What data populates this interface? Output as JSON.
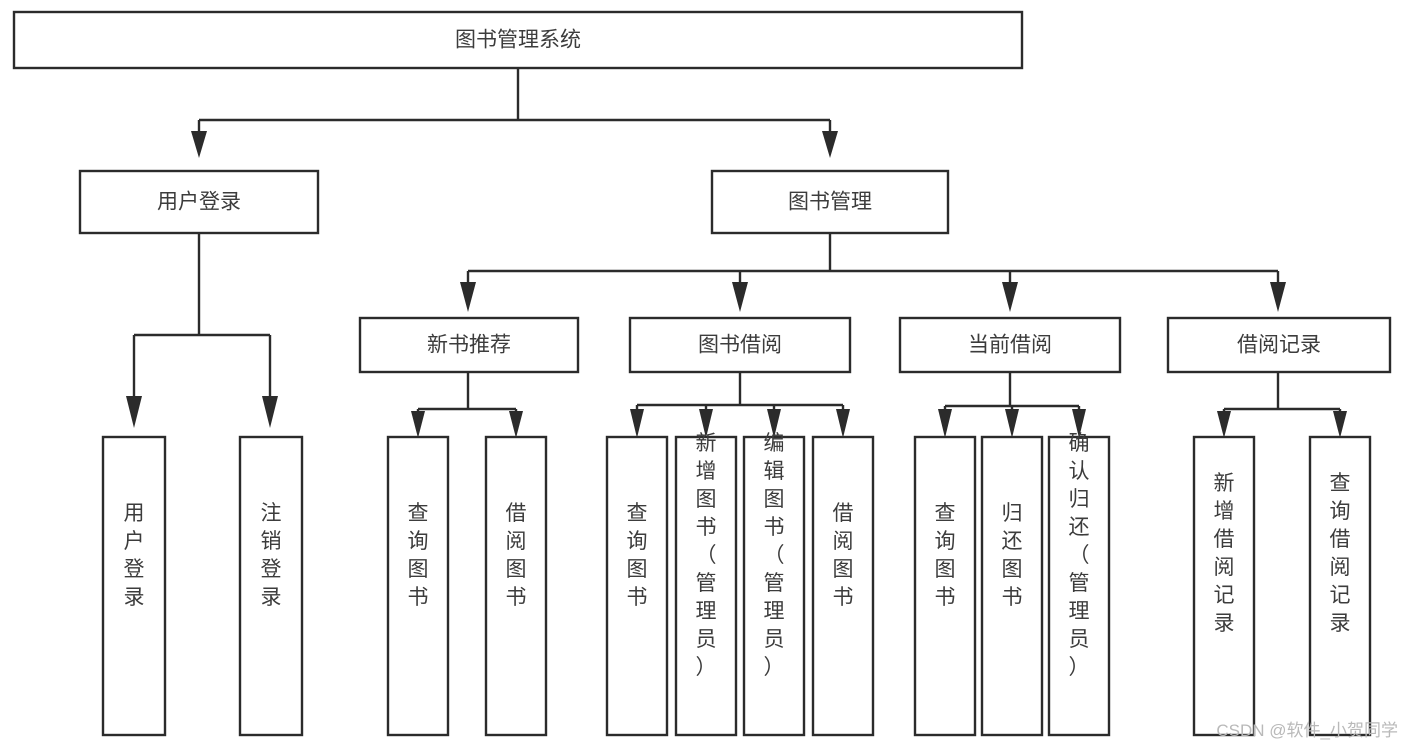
{
  "diagram": {
    "type": "tree",
    "title": "图书管理系统",
    "orientation": "top-down",
    "background_color": "#ffffff",
    "line_color": "#2b2b2b",
    "text_color": "#3c3c3c",
    "root": {
      "label": "图书管理系统",
      "level": 0,
      "text_direction": "horizontal"
    },
    "level1": [
      {
        "label": "用户登录",
        "text_direction": "horizontal"
      },
      {
        "label": "图书管理",
        "text_direction": "horizontal"
      }
    ],
    "level2": [
      {
        "label": "新书推荐",
        "text_direction": "horizontal"
      },
      {
        "label": "图书借阅",
        "text_direction": "horizontal"
      },
      {
        "label": "当前借阅",
        "text_direction": "horizontal"
      },
      {
        "label": "借阅记录",
        "text_direction": "horizontal"
      }
    ],
    "leaves": {
      "user_login": [
        {
          "label": "用户登录",
          "text_direction": "vertical"
        },
        {
          "label": "注销登录",
          "text_direction": "vertical"
        }
      ],
      "new_book_recommend": [
        {
          "label": "查询图书",
          "text_direction": "vertical"
        },
        {
          "label": "借阅图书",
          "text_direction": "vertical"
        }
      ],
      "book_borrow": [
        {
          "label": "查询图书",
          "text_direction": "vertical"
        },
        {
          "label": "新增图书（管理员）",
          "text_direction": "vertical"
        },
        {
          "label": "编辑图书（管理员）",
          "text_direction": "vertical"
        },
        {
          "label": "借阅图书",
          "text_direction": "vertical"
        }
      ],
      "current_borrow": [
        {
          "label": "查询图书",
          "text_direction": "vertical"
        },
        {
          "label": "归还图书",
          "text_direction": "vertical"
        },
        {
          "label": "确认归还（管理员）",
          "text_direction": "vertical"
        }
      ],
      "borrow_record": [
        {
          "label": "新增借阅记录",
          "text_direction": "vertical"
        },
        {
          "label": "查询借阅记录",
          "text_direction": "vertical"
        }
      ]
    }
  },
  "watermark": {
    "text": "CSDN @软件_小贺同学",
    "color": "#b9b9b9"
  }
}
